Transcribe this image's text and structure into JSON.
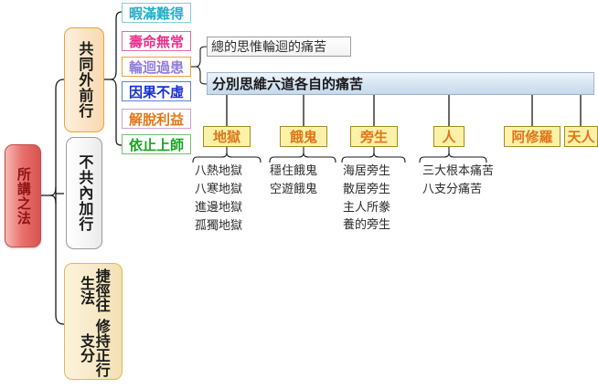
{
  "diagram": {
    "title": "所講之法",
    "root": {
      "label": "所講之法",
      "color": "#d9534f"
    },
    "main_branches": [
      {
        "label": "共同外前行",
        "color": "#e8a33d"
      },
      {
        "label": "不共內加行",
        "color": "#9a9a9a"
      },
      {
        "label_right": "捷徑往生法",
        "label_left": "修持正行支分",
        "color": "#e0b857"
      }
    ],
    "preliminaries": [
      {
        "label": "暇滿難得",
        "color": "#20b0c6",
        "border": "#7ecfdc"
      },
      {
        "label": "壽命無常",
        "color": "#e8308a",
        "border": "#e36aa8"
      },
      {
        "label": "輪迴過患",
        "color": "#8f7ed6",
        "border": "#e8a33d"
      },
      {
        "label": "因果不虛",
        "color": "#1a2fd0",
        "border": "#5d7fd6"
      },
      {
        "label": "解脫利益",
        "color": "#e07818",
        "border": "#c9a4c2"
      },
      {
        "label": "依止上師",
        "color": "#17a321",
        "border": "#6fbf74"
      }
    ],
    "suffering": {
      "general": "總的思惟輪迴的痛苦",
      "six_realms": "分別思維六道各自的痛苦"
    },
    "realms": [
      {
        "label": "地獄",
        "items": [
          "八熱地獄",
          "八寒地獄",
          "進邊地獄",
          "孤獨地獄"
        ]
      },
      {
        "label": "餓鬼",
        "items": [
          "穩住餓鬼",
          "空遊餓鬼"
        ]
      },
      {
        "label": "旁生",
        "items": [
          "海居旁生",
          "散居旁生",
          "主人所豢",
          "養的旁生"
        ]
      },
      {
        "label": "人",
        "items": [
          "三大根本痛苦",
          "八支分痛苦"
        ]
      },
      {
        "label": "阿修羅",
        "items": []
      },
      {
        "label": "天人",
        "items": []
      }
    ]
  }
}
